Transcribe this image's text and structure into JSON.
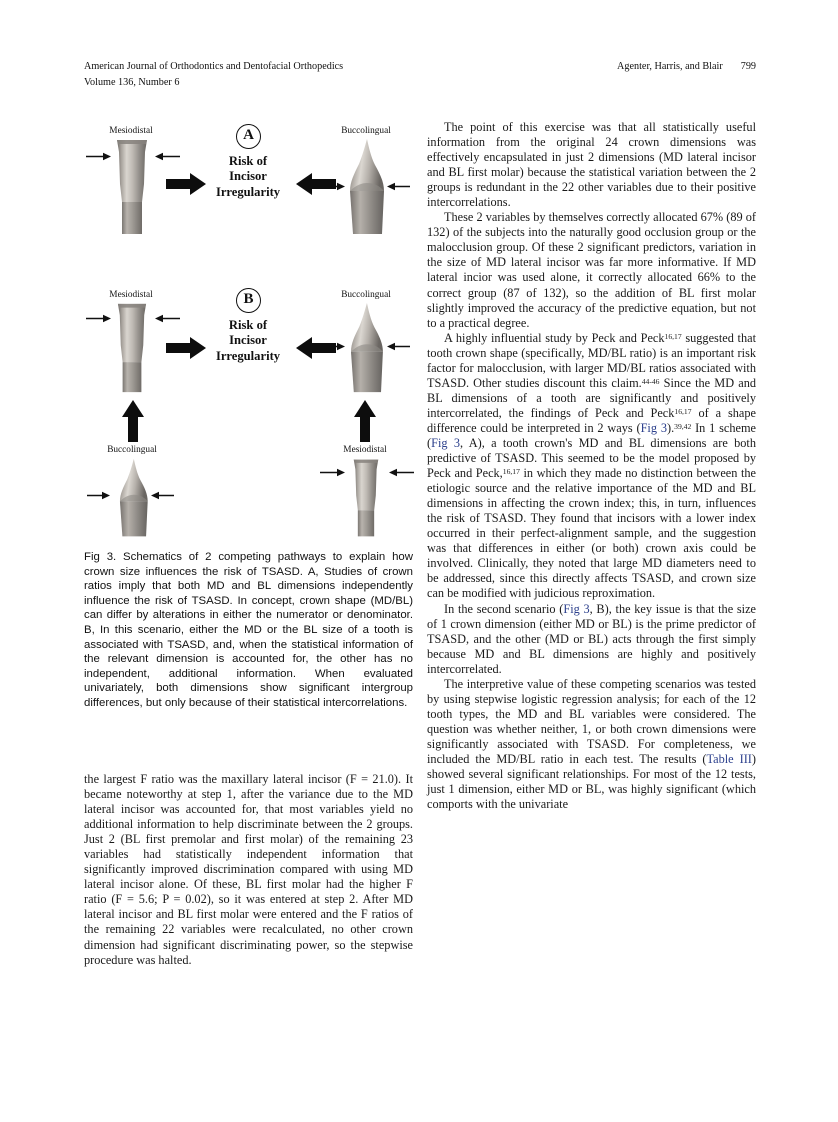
{
  "runhead": {
    "journal": "American Journal of Orthodontics and Dentofacial Orthopedics",
    "volume_issue": "Volume 136, Number 6",
    "authors": "Agenter, Harris, and Blair",
    "page_number": "799"
  },
  "figure": {
    "panel_a": {
      "label": "A",
      "center_text_line1": "Risk of",
      "center_text_line2": "Incisor",
      "center_text_line3": "Irregularity",
      "left_tooth_label": "Mesiodistal",
      "right_tooth_label": "Buccolingual"
    },
    "panel_b": {
      "label": "B",
      "center_text_line1": "Risk of",
      "center_text_line2": "Incisor",
      "center_text_line3": "Irregularity",
      "top_left_tooth_label": "Mesiodistal",
      "top_right_tooth_label": "Buccolingual",
      "bottom_left_tooth_label": "Buccolingual",
      "bottom_right_tooth_label": "Mesiodistal"
    },
    "caption_number": "Fig 3.",
    "caption_text": "  Schematics of 2 competing pathways to explain how crown size influences the risk of TSASD. A, Studies of crown ratios imply that both MD and BL dimensions independently influence the risk of TSASD. In concept, crown shape (MD/BL) can differ by alterations in either the numerator or denominator. B, In this scenario, either the MD or the BL size of a tooth is associated with TSASD, and, when the statistical information of the relevant dimension is accounted for, the other has no independent, additional information. When evaluated univariately, both dimensions show significant intergroup differences, but only because of their statistical intercorrelations."
  },
  "left_column": {
    "paragraph_after_figure": "the largest F ratio was the maxillary lateral incisor (F = 21.0). It became noteworthy at step 1, after the variance due to the MD lateral incisor was accounted for, that most variables yield no additional information to help discriminate between the 2 groups. Just 2 (BL first premolar and first molar) of the remaining 23 variables had statistically independent information that significantly improved discrimination compared with using MD lateral incisor alone. Of these, BL first molar had the higher F ratio (F = 5.6; P = 0.02), so it was entered at step 2. After MD lateral incisor and BL first molar were entered and the F ratios of the remaining 22 variables were recalculated, no other crown dimension had significant discriminating power, so the stepwise procedure was halted."
  },
  "right_column": {
    "para1": "The point of this exercise was that all statistically useful information from the original 24 crown dimensions was effectively encapsulated in just 2 dimensions (MD lateral incisor and BL first molar) because the statistical variation between the 2 groups is redundant in the 22 other variables due to their positive intercorrelations.",
    "para2": "These 2 variables by themselves correctly allocated 67% (89 of 132) of the subjects into the naturally good occlusion group or the malocclusion group. Of these 2 significant predictors, variation in the size of MD lateral incisor was far more informative. If MD lateral incior was used alone, it correctly allocated 66% to the correct group (87 of 132), so the addition of BL first molar slightly improved the accuracy of the predictive equation, but not to a practical degree.",
    "para3_a": "A highly influential study by Peck and Peck",
    "para3_sup1": "16,17",
    "para3_b": " suggested that tooth crown shape (specifically, MD/BL ratio) is an important risk factor for malocclusion, with larger MD/BL ratios associated with TSASD. Other studies discount this claim.",
    "para3_sup2": "44-46",
    "para3_c": " Since the MD and BL dimensions of a tooth are significantly and positively intercorrelated, the findings of Peck and Peck",
    "para3_sup3": "16,17",
    "para3_d": " of a shape difference could be interpreted in 2 ways (",
    "para3_link1": "Fig 3",
    "para3_e": ").",
    "para3_sup4": "39,42",
    "para3_f": " In 1 scheme (",
    "para3_link2": "Fig 3",
    "para3_g": ", A), a tooth crown's MD and BL dimensions are both predictive of TSASD. This seemed to be the model proposed by Peck and Peck,",
    "para3_sup5": "16,17",
    "para3_h": " in which they made no distinction between the etiologic source and the relative importance of the MD and BL dimensions in affecting the crown index; this, in turn, influences the risk of TSASD. They found that incisors with a lower index occurred in their perfect-alignment sample, and the suggestion was that differences in either (or both) crown axis could be involved. Clinically, they noted that large MD diameters need to be addressed, since this directly affects TSASD, and crown size can be modified with judicious reproximation.",
    "para4_a": "In the second scenario (",
    "para4_link": "Fig 3",
    "para4_b": ", B), the key issue is that the size of 1 crown dimension (either MD or BL) is the prime predictor of TSASD, and the other (MD or BL) acts through the first simply because MD and BL dimensions are highly and positively intercorrelated.",
    "para5_a": "The interpretive value of these competing scenarios was tested by using stepwise logistic regression analysis; for each of the 12 tooth types, the MD and BL variables were considered. The question was whether neither, 1, or both crown dimensions were significantly associated with TSASD. For completeness, we included the MD/BL ratio in each test. The results (",
    "para5_link": "Table III",
    "para5_b": ") showed several significant relationships. For most of the 12 tests, just 1 dimension, either MD or BL, was highly significant (which comports with the univariate"
  },
  "colors": {
    "text": "#1a1a1a",
    "crossref_link": "#2b3f8c",
    "arrow_fill": "#0d0d0d",
    "tooth_light": "#d8d5d0",
    "tooth_mid": "#9a9691",
    "tooth_dark": "#5d5a57"
  }
}
